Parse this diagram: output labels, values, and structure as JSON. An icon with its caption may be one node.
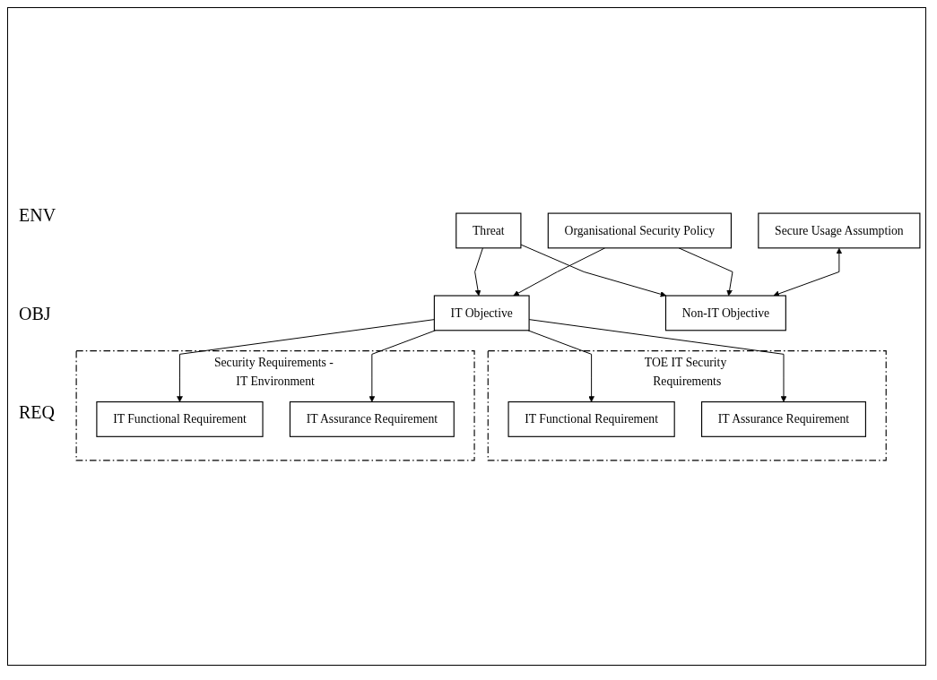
{
  "diagram": {
    "nodes": [
      {
        "text": [
          "Threat"
        ]
      },
      {
        "text": [
          "Organisational Security Policy"
        ]
      },
      {
        "text": [
          "Secure Usage Assumption"
        ]
      },
      {
        "text": [
          "IT Objective"
        ]
      },
      {
        "text": [
          "Non-IT Objective"
        ]
      },
      {
        "text": [
          "TOE IT Security Requirements"
        ]
      },
      {
        "text": [
          "IT Functional Requirement"
        ],
        "in": 5
      },
      {
        "text": [
          "IT Assurance Requirement"
        ],
        "in": 5
      },
      {
        "text": [
          "Security Requirements - IT Environment"
        ]
      },
      {
        "text": [
          "IT Functional Requirement"
        ],
        "in": 8
      },
      {
        "text": [
          "IT Assurance Requirement"
        ],
        "in": 8
      }
    ],
    "edges": [
      {
        "from": 0,
        "to": 3,
        "arrow": "to"
      },
      {
        "from": 0,
        "to": 4,
        "arrow": "to"
      },
      {
        "from": 1,
        "to": 3,
        "arrow": "to"
      },
      {
        "from": 1,
        "to": 4,
        "arrow": "to"
      },
      {
        "from": 2,
        "to": 4,
        "arrow": "both"
      },
      {
        "from": 3,
        "to": 6,
        "arrow": "to"
      },
      {
        "from": 3,
        "to": 7,
        "arrow": "to"
      },
      {
        "from": 3,
        "to": 9,
        "arrow": "to"
      },
      {
        "from": 3,
        "to": 10,
        "arrow": "to"
      }
    ],
    "labels": [
      "ENV",
      "OBJ",
      "REQ"
    ]
  }
}
